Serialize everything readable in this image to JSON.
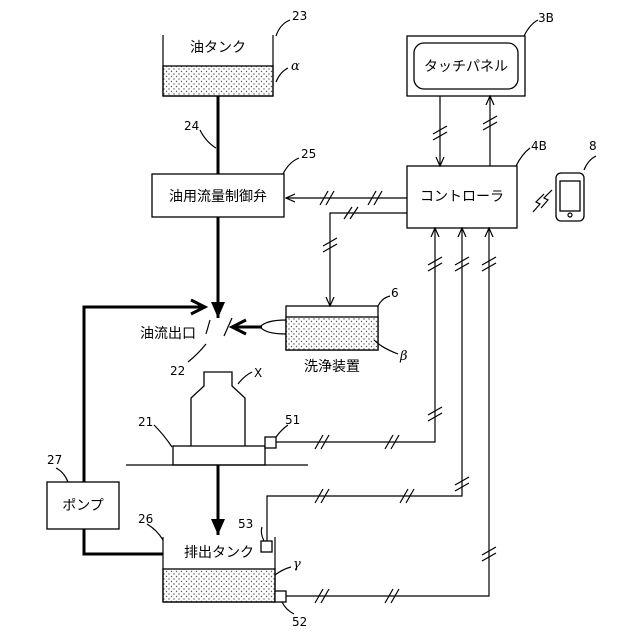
{
  "labels": {
    "oil_tank": "油タンク",
    "flow_valve": "油用流量制御弁",
    "outlet": "油流出口",
    "cleaner": "洗浄装置",
    "touch_panel": "タッチパネル",
    "controller": "コントローラ",
    "pump": "ポンプ",
    "drain_tank": "排出タンク"
  },
  "refs": {
    "oil_tank": "23",
    "oil_liquid": "α",
    "pipe_24": "24",
    "valve": "25",
    "panel": "3B",
    "controller": "4B",
    "phone": "8",
    "cleaner": "6",
    "cleaner_liquid": "β",
    "outlet": "22",
    "workpiece": "X",
    "table": "21",
    "sensor_51": "51",
    "pump": "27",
    "drain_tank": "26",
    "sensor_53": "53",
    "drain_liquid": "γ",
    "sensor_52": "52"
  }
}
